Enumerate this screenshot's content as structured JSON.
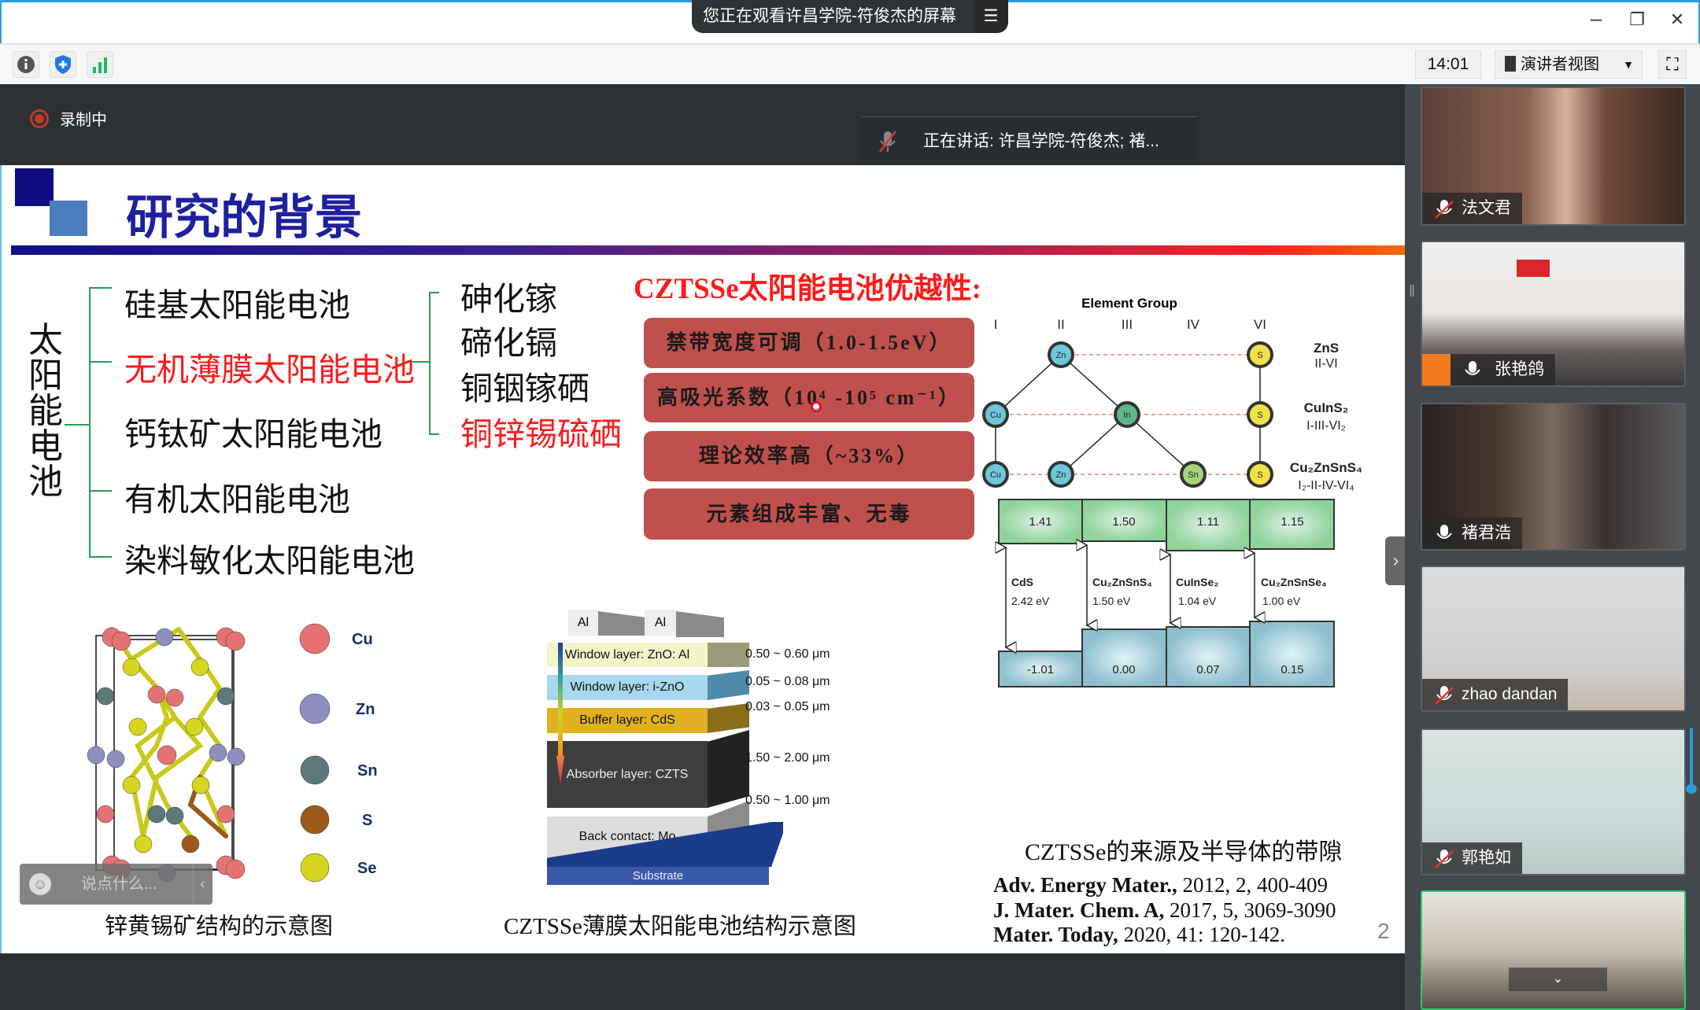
{
  "window": {
    "share_banner": "您正在观看许昌学院-符俊杰的屏幕",
    "minimize": "–",
    "restore": "❐",
    "close": "✕"
  },
  "toolbar": {
    "time": "14:01",
    "view_mode": "演讲者视图"
  },
  "meeting": {
    "recording": "录制中",
    "speaking": "正在讲话: 许昌学院-符俊杰; 褚..."
  },
  "slide": {
    "title": "研究的背景",
    "category": "太阳能电池",
    "types": [
      "硅基太阳能电池",
      "无机薄膜太阳能电池",
      "钙钛矿太阳能电池",
      "有机太阳能电池",
      "染料敏化太阳能电池"
    ],
    "inorganic_types": [
      "砷化镓",
      "碲化镉",
      "铜铟镓硒",
      "铜锌锡硫硒"
    ],
    "advantages_title": "CZTSSe太阳能电池优越性:",
    "advantages": [
      "禁带宽度可调（1.0-1.5eV）",
      "高吸光系数（10⁴ -10⁵ cm⁻¹）",
      "理论效率高（~33%）",
      "元素组成丰富、无毒"
    ],
    "element_group": {
      "title": "Element Group",
      "groups": [
        "I",
        "II",
        "III",
        "IV",
        "VI"
      ],
      "atoms": {
        "zn": "Zn",
        "s": "S",
        "cu": "Cu",
        "in": "In",
        "sn": "Sn"
      },
      "compounds": [
        {
          "name": "ZnS",
          "type": "II-VI"
        },
        {
          "name": "CuInS₂",
          "type": "I-III-VI₂"
        },
        {
          "name": "Cu₂ZnSnS₄",
          "type": "I₂-II-IV-VI₄"
        }
      ]
    },
    "band": {
      "cb": [
        "1.41",
        "1.50",
        "1.11",
        "1.15"
      ],
      "vb": [
        "-1.01",
        "0.00",
        "0.07",
        "0.15"
      ],
      "materials": [
        {
          "name": "CdS",
          "gap": "2.42 eV"
        },
        {
          "name": "Cu₂ZnSnS₄",
          "gap": "1.50 eV"
        },
        {
          "name": "CuInSe₂",
          "gap": "1.04 eV"
        },
        {
          "name": "Cu₂ZnSnSe₄",
          "gap": "1.00 eV"
        }
      ],
      "caption": "CZTSSe的来源及半导体的带隙"
    },
    "references": [
      {
        "journal": "Adv. Energy Mater.,",
        "detail": " 2012, 2, 400-409"
      },
      {
        "journal": "J. Mater. Chem. A,",
        "detail": " 2017, 5, 3069-3090"
      },
      {
        "journal": "Mater. Today,",
        "detail": " 2020, 41: 120-142."
      }
    ],
    "page_number": "2",
    "crystal": {
      "legend": [
        "Cu",
        "Zn",
        "Sn",
        "S",
        "Se"
      ],
      "caption": "锌黄锡矿结构的示意图"
    },
    "device": {
      "contact": "Al",
      "layers": [
        "Window layer: ZnO: Al",
        "Window layer: i-ZnO",
        "Buffer layer: CdS",
        "Absorber layer: CZTS",
        "Back contact: Mo",
        "Substrate"
      ],
      "thickness": [
        "0.50 ~ 0.60 μm",
        "0.05 ~ 0.08 μm",
        "0.03 ~ 0.05 μm",
        "1.50 ~ 2.00 μm",
        "0.50 ~ 1.00 μm"
      ],
      "caption": "CZTSSe薄膜太阳能电池结构示意图"
    },
    "chat_placeholder": "说点什么..."
  },
  "participants": [
    {
      "name": "法文君",
      "muted": true
    },
    {
      "name": "张艳鸽",
      "muted": false
    },
    {
      "name": "褚君浩",
      "muted": false
    },
    {
      "name": "zhao dandan",
      "muted": true
    },
    {
      "name": "郭艳如",
      "muted": true
    },
    {
      "name": "",
      "muted": false
    }
  ],
  "colors": {
    "accent_red": "#c0504d",
    "title_blue": "#1f1fa0",
    "red_text": "#ff1a1a"
  }
}
